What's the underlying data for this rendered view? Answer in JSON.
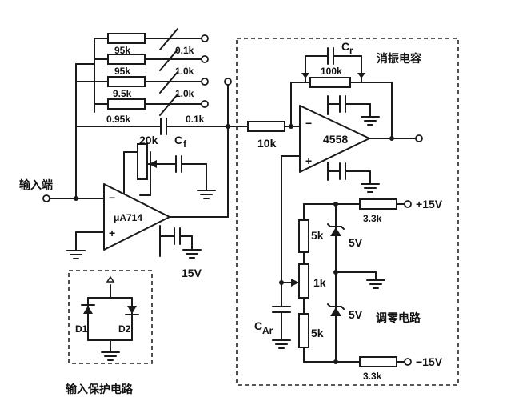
{
  "labels": {
    "r_95k_a": "95k",
    "r_95k_b": "95k",
    "r_9_5k": "9.5k",
    "r_0_95k": "0.95k",
    "tap_0_1k_a": "0.1k",
    "tap_1_0k_a": "1.0k",
    "tap_1_0k_b": "1.0k",
    "tap_0_1k_b": "0.1k",
    "pot_20k": "20k",
    "cap_cf": "C",
    "cap_cf_sub": "f",
    "input_terminal": "输入端",
    "opamp_ua714": "μA714",
    "minus_sign": "−",
    "plus_sign": "+",
    "v15_bottom": "15V",
    "diode_d1": "D1",
    "diode_d2": "D2",
    "input_protection": "输入保护电路",
    "r_10k": "10k",
    "cap_c": "C",
    "cap_c_sub": "r",
    "osc_cap": "消振电容",
    "r_100k": "100k",
    "opamp_4558": "4558",
    "r_3_3k_top": "3.3k",
    "v_plus15": "+15V",
    "r_5k_top": "5k",
    "zener_5v_top": "5V",
    "pot_1k": "1k",
    "cap_cm": "C",
    "cap_cm_sub": "Ar",
    "r_5k_bottom": "5k",
    "zener_5v_bottom": "5V",
    "zero_adjust": "调零电路",
    "r_3_3k_bottom": "3.3k",
    "v_minus15": "−15V"
  }
}
